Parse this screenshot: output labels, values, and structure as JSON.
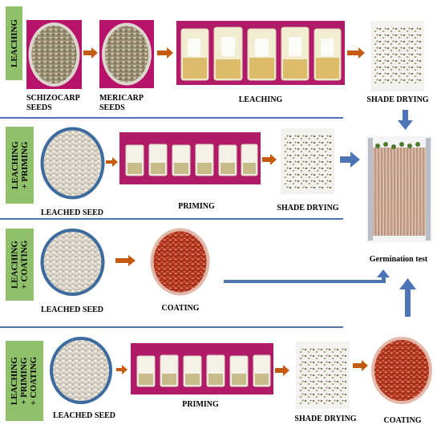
{
  "rows": [
    {
      "tab_lines": [
        "LEACHING"
      ],
      "labels": {
        "schizocarp": "SCHIZOCARP SEEDS",
        "mericarp": "MERICARP SEEDS",
        "leaching": "LEACHING",
        "shade_drying": "SHADE DRYING"
      }
    },
    {
      "tab_lines": [
        "LEACHING",
        "+ PRIMING"
      ],
      "labels": {
        "leached_seed": "LEACHED SEED",
        "priming": "PRIMING",
        "shade_drying": "SHADE DRYING"
      }
    },
    {
      "tab_lines": [
        "LEACHING",
        "+ COATING"
      ],
      "labels": {
        "leached_seed": "LEACHED SEED",
        "coating": "COATING"
      }
    },
    {
      "tab_lines": [
        "LEACHING",
        "+ PRIMING",
        "+ COATING"
      ],
      "labels": {
        "leached_seed": "LEACHED SEED",
        "priming": "PRIMING",
        "shade_drying": "SHADE DRYING",
        "coating": "COATING"
      }
    }
  ],
  "germination_label": "Germination test",
  "colors": {
    "tab_green": "#8ec16a",
    "divider_blue": "#4e74b8",
    "flow_arrow_blue": "#4e74b8",
    "step_arrow_orange": "#c55a11",
    "backdrop_magenta": "#b01a66",
    "coated_seed_red": "#c0392b"
  },
  "icons": {
    "step_arrow": "orange-right-arrow",
    "flow_arrow": "blue-arrow"
  }
}
